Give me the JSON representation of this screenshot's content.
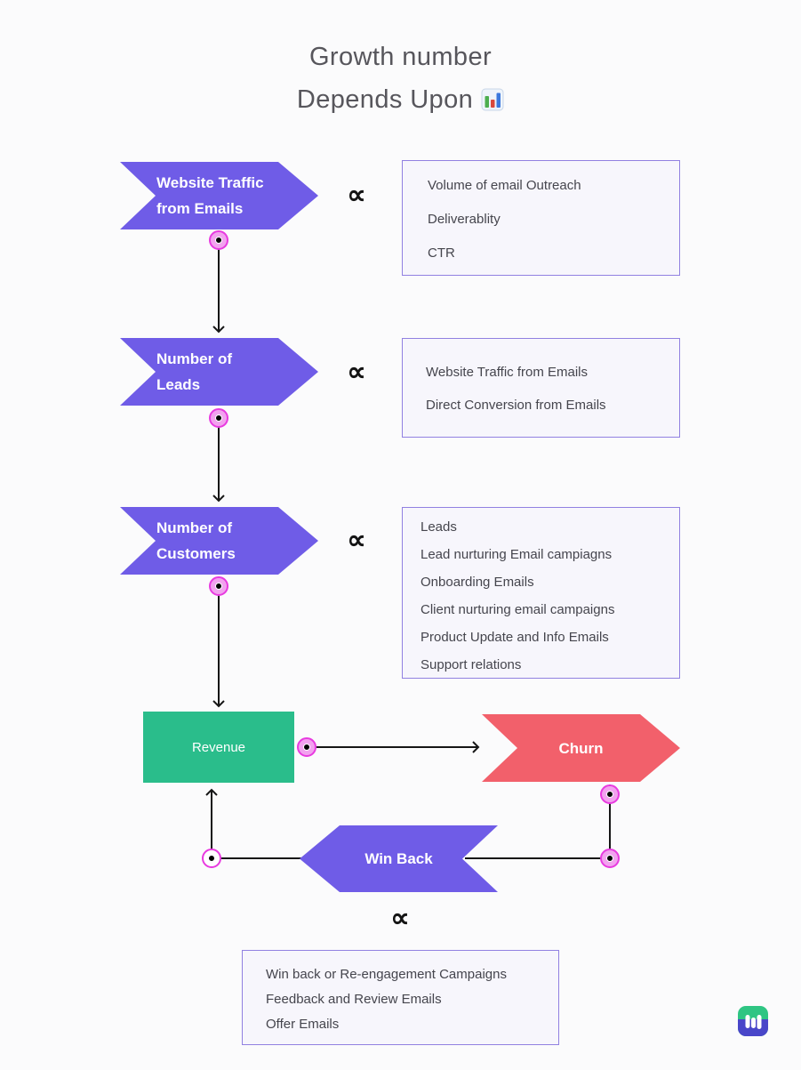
{
  "title": {
    "line1": "Growth number",
    "line2": "Depends Upon",
    "emoji_name": "bar-chart-emoji"
  },
  "prop_symbol": "∝",
  "nodes": {
    "website_traffic": {
      "line1": "Website Traffic",
      "line2": "from Emails"
    },
    "leads": {
      "line1": "Number of",
      "line2": "Leads"
    },
    "customers": {
      "line1": "Number of",
      "line2": "Customers"
    },
    "revenue": {
      "label": "Revenue"
    },
    "churn": {
      "label": "Churn"
    },
    "winback": {
      "label": "Win Back"
    }
  },
  "boxes": {
    "box1": {
      "items": [
        "Volume of email Outreach",
        "Deliverablity",
        "CTR"
      ]
    },
    "box2": {
      "items": [
        "Website Traffic from Emails",
        "Direct Conversion from Emails"
      ]
    },
    "box3": {
      "items": [
        "Leads",
        "Lead nurturing Email campiagns",
        "Onboarding Emails",
        "Client nurturing email campaigns",
        "Product Update and Info Emails",
        "Support relations"
      ]
    },
    "box4": {
      "items": [
        "Win back or Re-engagement Campaigns",
        "Feedback and Review Emails",
        "Offer Emails"
      ]
    }
  },
  "colors": {
    "chevron_purple": "#6f5ce7",
    "revenue_green": "#2abd8b",
    "churn_red": "#f2606b",
    "connector_magenta": "#e83ae0",
    "connector_fill_pink": "#f2a2ef",
    "box_border": "#9181e1",
    "box_background": "#f7f6fc",
    "line_black": "#161616",
    "title_gray": "#57565c"
  }
}
